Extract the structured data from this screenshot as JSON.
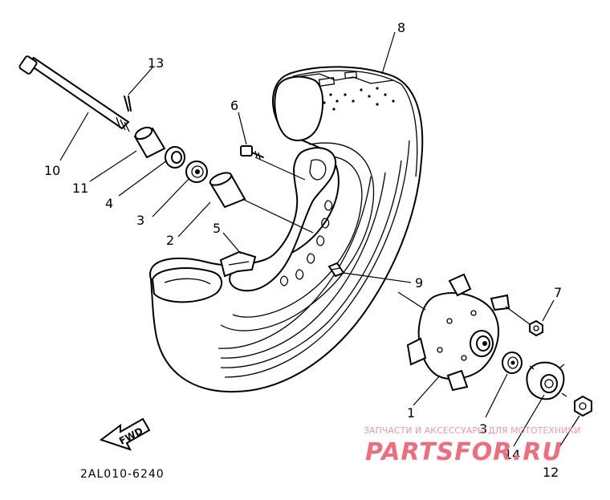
{
  "callouts": [
    {
      "id": "c8",
      "text": "8"
    },
    {
      "id": "c13",
      "text": "13"
    },
    {
      "id": "c6",
      "text": "6"
    },
    {
      "id": "c10",
      "text": "10"
    },
    {
      "id": "c11",
      "text": "11"
    },
    {
      "id": "c4",
      "text": "4"
    },
    {
      "id": "c3a",
      "text": "3"
    },
    {
      "id": "c2",
      "text": "2"
    },
    {
      "id": "c5",
      "text": "5"
    },
    {
      "id": "c9",
      "text": "9"
    },
    {
      "id": "c7",
      "text": "7"
    },
    {
      "id": "c1",
      "text": "1"
    },
    {
      "id": "c3b",
      "text": "3"
    },
    {
      "id": "c14",
      "text": "14"
    },
    {
      "id": "c12",
      "text": "12"
    }
  ],
  "fwd_label": "FWD",
  "diagram_code": "2AL010-6240",
  "watermark": {
    "tagline": "ЗАПЧАСТИ И АКСЕССУАРЫ ДЛЯ МОТОТЕХНИКИ",
    "brand": "PARTSFOR.RU"
  }
}
